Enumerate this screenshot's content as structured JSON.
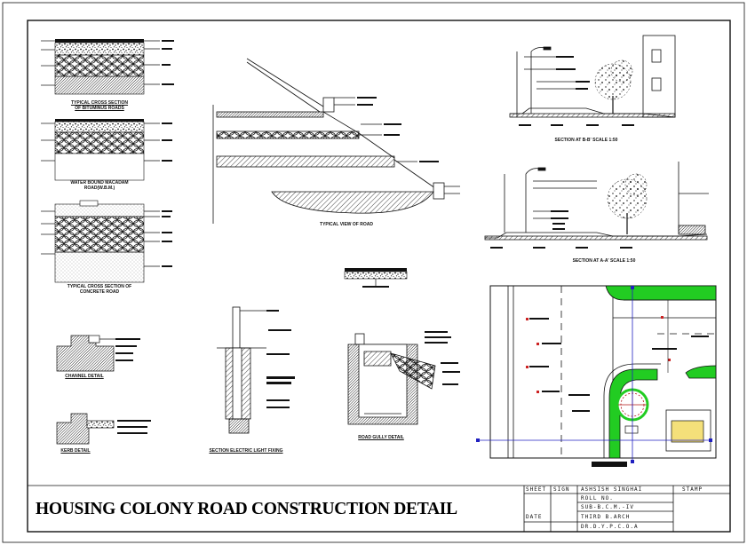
{
  "title_block": {
    "main_title": "HOUSING COLONY ROAD CONSTRUCTION DETAIL",
    "sheet_label": "SHEET",
    "sign_label": "SIGN",
    "date_label": "DATE",
    "stamp_label": "STAMP",
    "rows": [
      "ASHSISH SINGHAI",
      "ROLL NO.",
      "SUB-B.C.M.-IV",
      "THIRD B.ARCH",
      "DR.D.Y.P.C.O.A"
    ]
  },
  "labels": {
    "bituminous": "TYPICAL CROSS SECTION\nOF BITUMINUS ROADS",
    "wbm": "WATER BOUND MACADAM\nROAD(W.B.M.)",
    "concrete": "TYPICAL CROSS SECTION OF\nCONCRETE ROAD",
    "road_view": "TYPICAL VIEW OF ROAD",
    "section_bb": "SECTION AT B-B'  SCALE 1:50",
    "section_aa": "SECTION AT A-A'  SCALE 1:50",
    "channel": "CHANNEL DETAIL",
    "kerb": "KERB DETAIL",
    "electric": "SECTION ELECTRIC LIGHT FIXING",
    "gully": "ROAD GULLY DETAIL"
  },
  "colors": {
    "ink": "#111111",
    "green": "#22cc22",
    "blue": "#2020c0",
    "red": "#cc2222",
    "yellow": "#f4e07a",
    "tree_red": "#b01818"
  }
}
